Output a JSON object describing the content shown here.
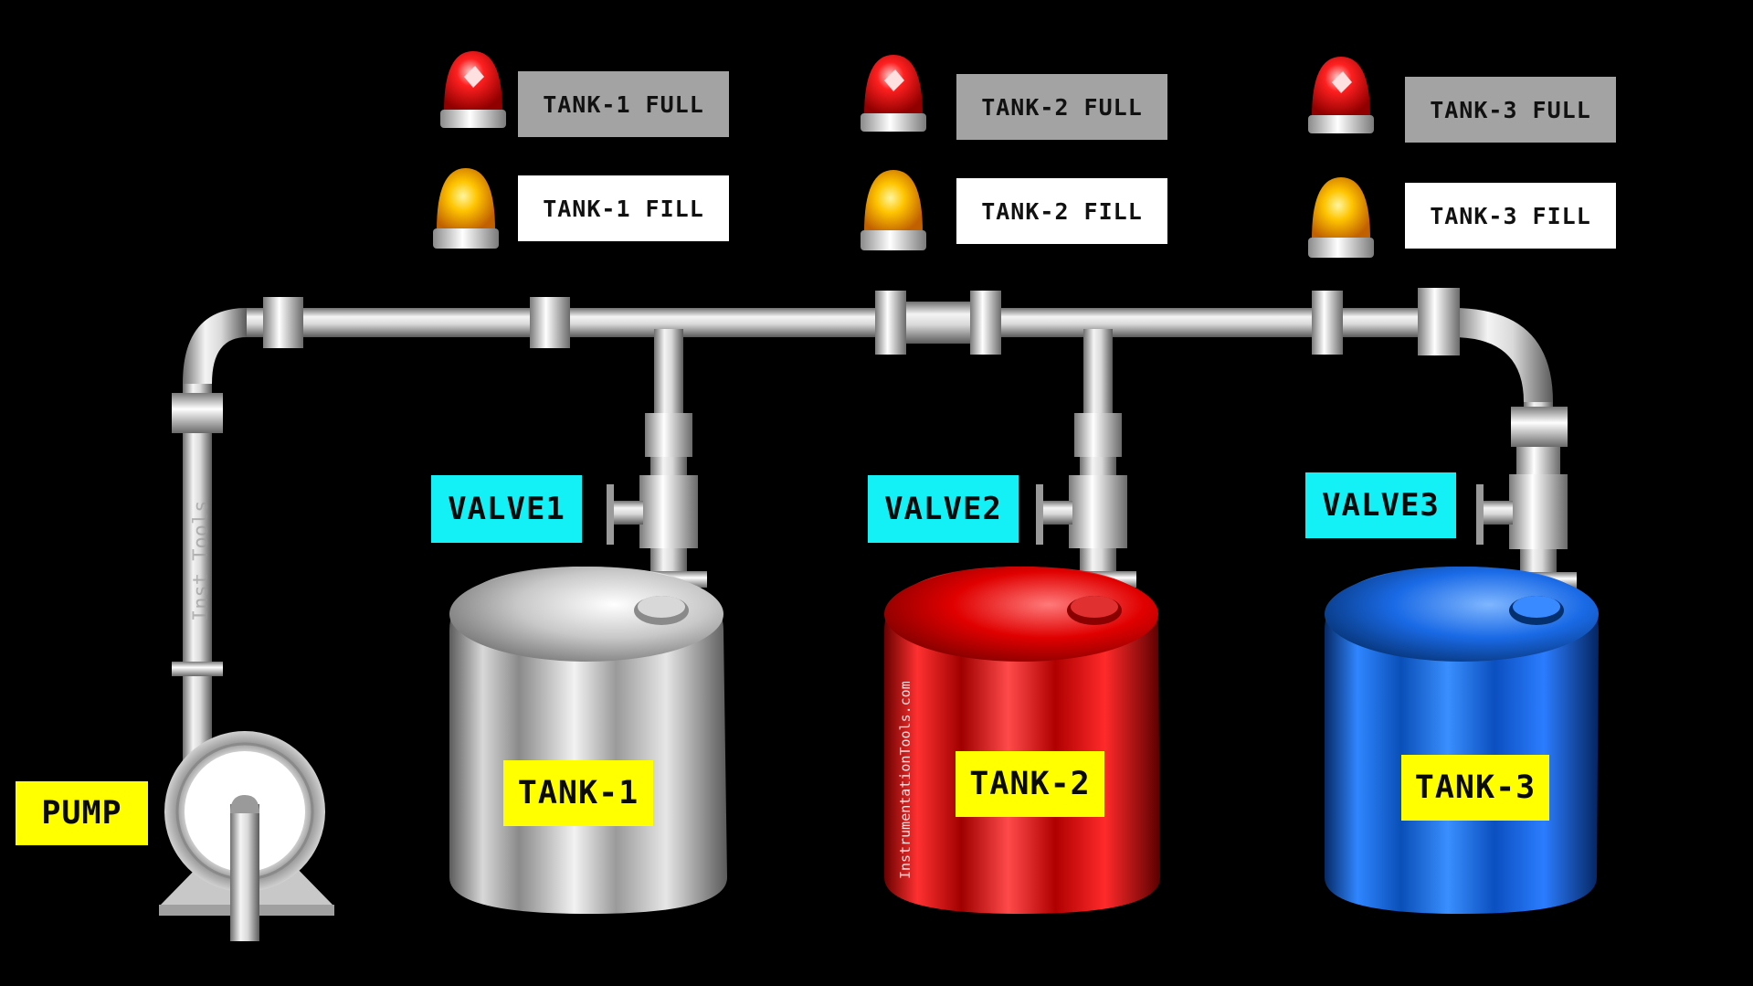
{
  "colors": {
    "background": "#000000",
    "full_label_bg": "#a3a3a3",
    "fill_label_bg": "#ffffff",
    "valve_label_bg": "#13f1f6",
    "tank_label_bg": "#ffff00",
    "tank1_color": "#b0b0b0",
    "tank2_color": "#d90000",
    "tank3_color": "#0d5fd6",
    "full_lamp": "#ff1a1a",
    "fill_lamp": "#ffc000"
  },
  "alarms": [
    {
      "full_label": "TANK-1 FULL",
      "fill_label": "TANK-1 FILL",
      "full_icon": "red-beacon-icon",
      "fill_icon": "amber-beacon-icon"
    },
    {
      "full_label": "TANK-2 FULL",
      "fill_label": "TANK-2 FILL",
      "full_icon": "red-beacon-icon",
      "fill_icon": "amber-beacon-icon"
    },
    {
      "full_label": "TANK-3 FULL",
      "fill_label": "TANK-3 FILL",
      "full_icon": "red-beacon-icon",
      "fill_icon": "amber-beacon-icon"
    }
  ],
  "valves": [
    "VALVE1",
    "VALVE2",
    "VALVE3"
  ],
  "tanks": [
    "TANK-1",
    "TANK-2",
    "TANK-3"
  ],
  "pump": {
    "label": "PUMP",
    "icon": "centrifugal-pump-icon"
  },
  "watermarks": {
    "pipe": "Inst Tools",
    "tank": "InstrumentationTools.com"
  }
}
